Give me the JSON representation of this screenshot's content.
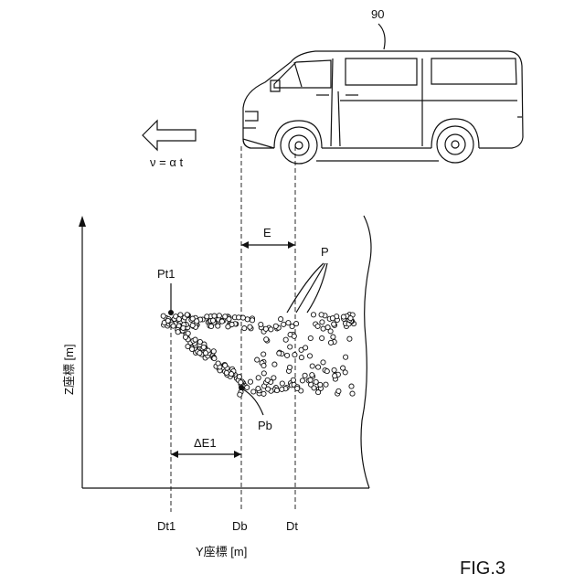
{
  "reference_numeral": "90",
  "velocity_label": "ν = α t",
  "distance_label": "E",
  "points_label": "P",
  "top_point_label": "Pt1",
  "bottom_point_label": "Pb",
  "delta_label": "ΔE1",
  "z_axis_label": "Z座標 [m]",
  "y_axis_label": "Y座標 [m]",
  "axis_ticks": [
    "Dt1",
    "Db",
    "Dt"
  ],
  "figure_label": "FIG.3",
  "icons": [
    "left-arrow-icon",
    "van-icon"
  ],
  "colors": {
    "line": "#111111",
    "background": "#ffffff"
  }
}
